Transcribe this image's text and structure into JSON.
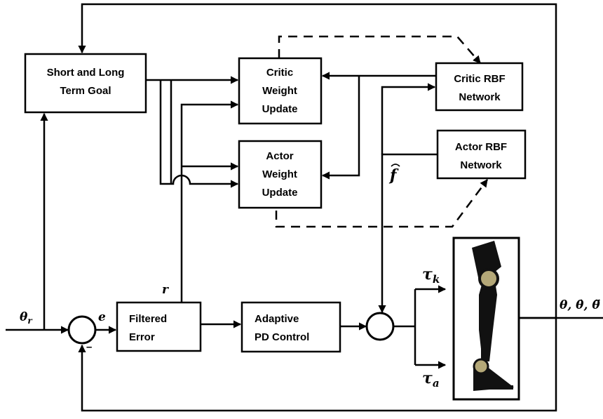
{
  "blocks": {
    "goal": [
      "Short and Long",
      "Term Goal"
    ],
    "critic_update": [
      "Critic",
      "Weight",
      "Update"
    ],
    "critic_rbf": [
      "Critic RBF",
      "Network"
    ],
    "actor_update": [
      "Actor",
      "Weight",
      "Update"
    ],
    "actor_rbf": [
      "Actor RBF",
      "Network"
    ],
    "filtered_error": [
      "Filtered",
      "Error"
    ],
    "pd_control": [
      "Adaptive",
      "PD Control"
    ]
  },
  "signals": {
    "theta_r": "θ",
    "theta_r_sub": "r",
    "e": "e",
    "minus": "–",
    "r": "r",
    "f_hat": "f",
    "tau_k": "τ",
    "tau_k_sub": "k",
    "tau_a": "τ",
    "tau_a_sub": "a",
    "output": "θ, θ̇, θ̈"
  },
  "colors": {
    "joint": "#b4a878",
    "limb": "#111111"
  }
}
